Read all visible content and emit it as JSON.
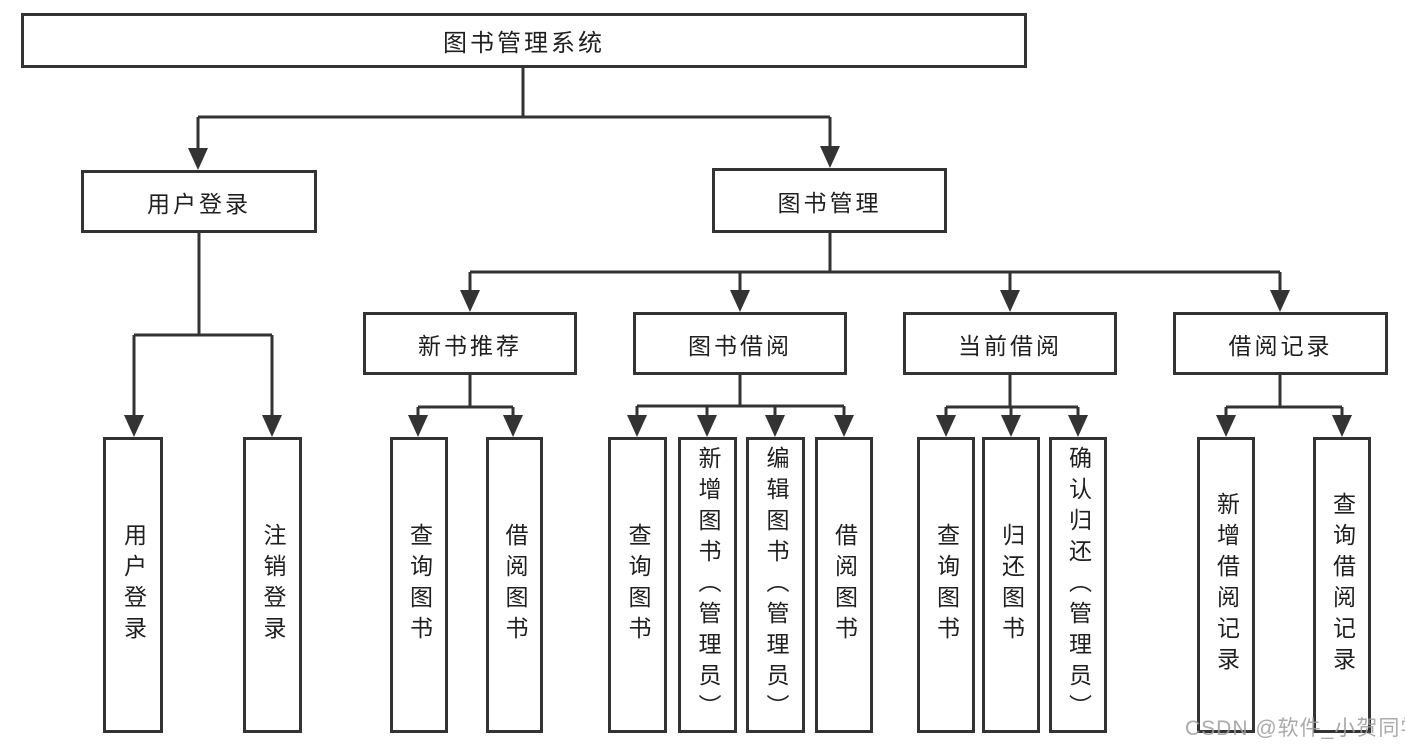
{
  "diagram": {
    "root": {
      "label": "图书管理系统",
      "children": [
        {
          "label": "用户登录",
          "children": [
            {
              "label": "用户登录"
            },
            {
              "label": "注销登录"
            }
          ]
        },
        {
          "label": "图书管理",
          "children": [
            {
              "label": "新书推荐",
              "children": [
                {
                  "label": "查询图书"
                },
                {
                  "label": "借阅图书"
                }
              ]
            },
            {
              "label": "图书借阅",
              "children": [
                {
                  "label": "查询图书"
                },
                {
                  "label": "新增图书（管理员）"
                },
                {
                  "label": "编辑图书（管理员）"
                },
                {
                  "label": "借阅图书"
                }
              ]
            },
            {
              "label": "当前借阅",
              "children": [
                {
                  "label": "查询图书"
                },
                {
                  "label": "归还图书"
                },
                {
                  "label": "确认归还（管理员）"
                }
              ]
            },
            {
              "label": "借阅记录",
              "children": [
                {
                  "label": "新增借阅记录"
                },
                {
                  "label": "查询借阅记录"
                }
              ]
            }
          ]
        }
      ]
    }
  },
  "watermark": "CSDN @软件_小贺同学",
  "colors": {
    "line": "#333333",
    "box_border": "#333333",
    "text": "#1f1f1f",
    "background": "#ffffff",
    "watermark": "#9e9e9e"
  }
}
